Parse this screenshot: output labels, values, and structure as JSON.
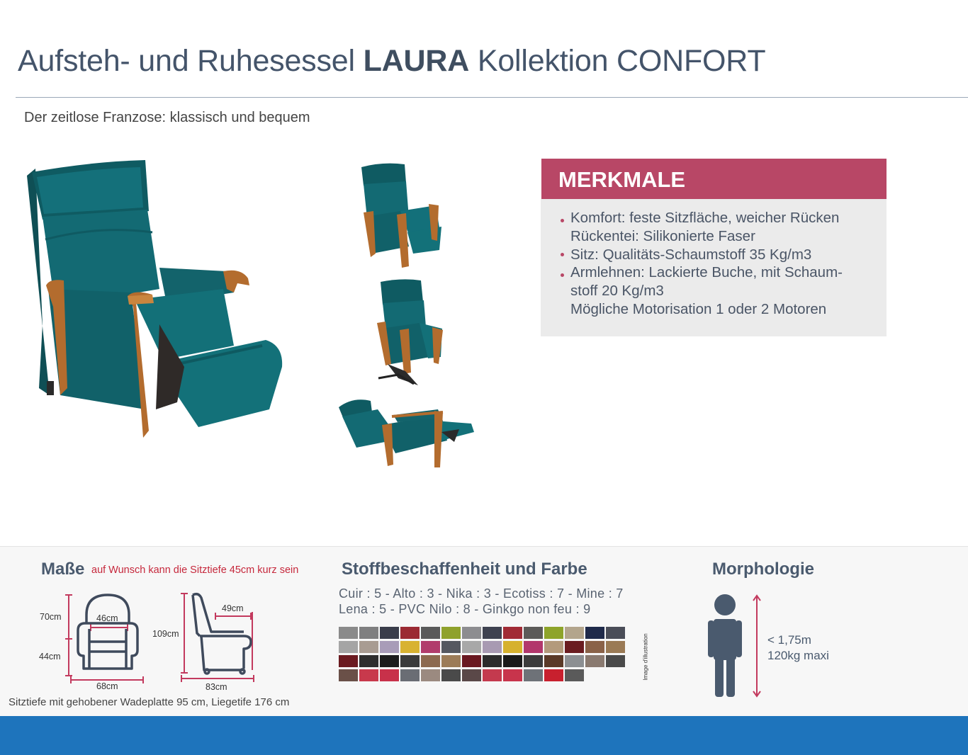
{
  "header": {
    "title_pre": "Aufsteh- und Ruhesessel ",
    "title_bold": "LAURA",
    "title_post": " Kollektion CONFORT",
    "subtitle": "Der zeitlose Franzose: klassisch und bequem"
  },
  "features": {
    "heading": "MERKMALE",
    "items": [
      {
        "text": "Komfort: feste Sitzfläche, weicher Rücken",
        "bullet": true
      },
      {
        "text": "Rückentei: Silikonierte Faser",
        "bullet": false
      },
      {
        "text": "Sitz: Qualitäts-Schaumstoff 35 Kg/m3",
        "bullet": true
      },
      {
        "text": "Armlehnen: Lackierte Buche, mit Schaum-",
        "bullet": true
      },
      {
        "text": "stoff 20 Kg/m3",
        "bullet": false
      },
      {
        "text": "Mögliche Motorisation 1 oder 2 Motoren",
        "bullet": false
      }
    ]
  },
  "dimensions": {
    "heading": "Maße",
    "note": "auf Wunsch kann die Sitztiefe 45cm kurz sein",
    "front": {
      "height_back": "70cm",
      "height_seat": "44cm",
      "seat_width": "46cm",
      "total_width": "68cm"
    },
    "side": {
      "total_height": "109cm",
      "seat_depth": "49cm",
      "total_depth": "83cm"
    },
    "footnote": "Sitztiefe mit gehobener Wadeplatte 95 cm, Liegetife 176 cm"
  },
  "fabric": {
    "heading": "Stoffbeschaffenheit und Farbe",
    "line1": "Cuir : 5 - Alto : 3 - Nika : 3 - Ecotiss : 7 - Mine : 7",
    "line2": "Lena : 5 - PVC Nilo : 8 - Ginkgo non feu : 9",
    "illustration_label": "Image d'illustration",
    "swatch_colors": [
      "#8a8a8a",
      "#7f7f80",
      "#3a3d4a",
      "#9b2a33",
      "#5a5a5a",
      "#8fa12c",
      "#8d8d90",
      "#3f4250",
      "#a12b35",
      "#5c5a58",
      "#8ea42a",
      "#b3a58c",
      "#1f2a4a",
      "#4a4d58",
      "#a5a5a5",
      "#a89c92",
      "#a89cb8",
      "#d8b231",
      "#b13c6c",
      "#555860",
      "#a8a8a8",
      "#a89ab2",
      "#d6b12e",
      "#b2376c",
      "#b39a7c",
      "#6a1c20",
      "#8a6248",
      "#9a7a55",
      "#6b1a20",
      "#2e2e2e",
      "#1c1c1c",
      "#3b3b3b",
      "#8c6a50",
      "#9c7c58",
      "#6a1820",
      "#2c2c2c",
      "#1a1a1a",
      "#3c3c3c",
      "#5a3a28",
      "#8c8f92",
      "#8a7a70",
      "#4a4a4a",
      "#6a5048",
      "#c8394c",
      "#c8314a",
      "#6a6d74",
      "#9b8a80",
      "#4a4a4a",
      "#5a4848",
      "#c43a4e",
      "#c8344c",
      "#6e7278",
      "#c8202e",
      "#5a5a5a"
    ]
  },
  "morphology": {
    "heading": "Morphologie",
    "height": "< 1,75m",
    "weight": "120kg maxi"
  }
}
